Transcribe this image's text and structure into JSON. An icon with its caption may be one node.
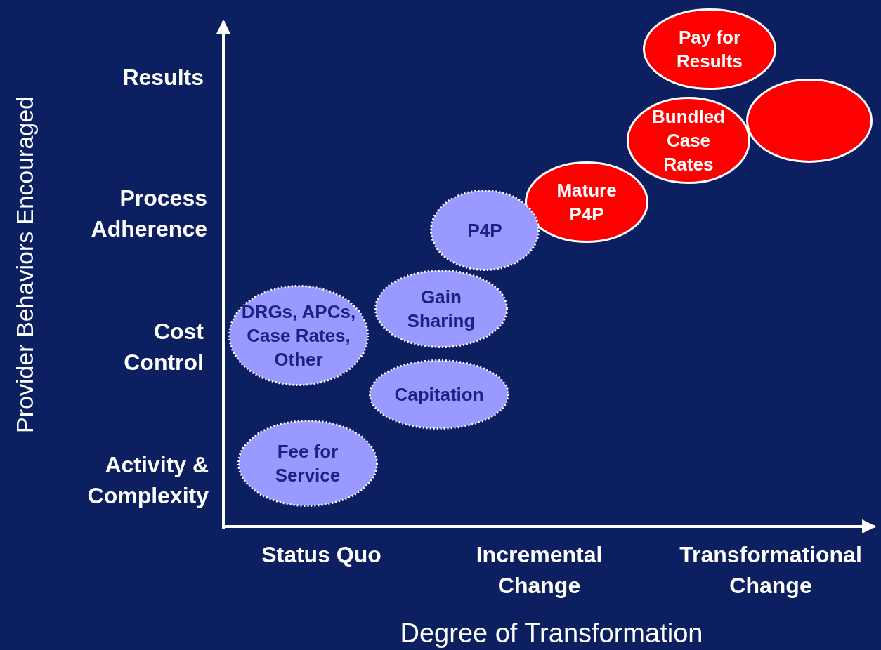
{
  "diagram": {
    "nodes": [
      {
        "text": [
          "Pay for Results"
        ]
      },
      {
        "text": [],
        "shape": "circle"
      },
      {
        "text": [
          "Bundled Case Rates"
        ]
      },
      {
        "text": [
          "Mature P4P"
        ]
      },
      {
        "text": [
          "P4P"
        ]
      },
      {
        "text": [
          "Gain Sharing"
        ]
      },
      {
        "text": [
          "DRGs, APCs, Case Rates, Other"
        ]
      },
      {
        "text": [
          "Capitation"
        ]
      },
      {
        "text": [
          "Fee for Service"
        ]
      }
    ],
    "labels": [
      "Provider Behaviors Encouraged",
      "Results",
      "Process Adherence",
      "Cost Control",
      "Activity & Complexity",
      "Status Quo",
      "Incremental Change",
      "Transformational Change",
      "Degree of Transformation"
    ]
  }
}
